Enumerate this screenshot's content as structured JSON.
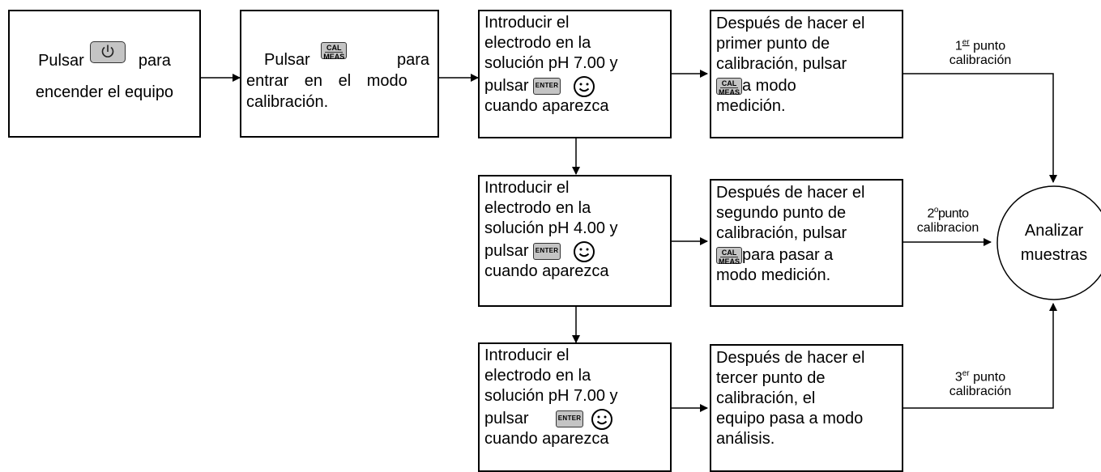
{
  "step1": {
    "pre": "Pulsar",
    "post": "para",
    "line2": "encender el equipo",
    "key": "power-key"
  },
  "step2": {
    "pre": "Pulsar",
    "post": "para",
    "line2": "entrar en el modo",
    "line3": "calibración."
  },
  "step3a": {
    "l1": "Introducir el",
    "l2": "electrodo en la",
    "l3": "solución pH 7.00 y",
    "l4": "pulsar",
    "l5": "cuando aparezca"
  },
  "step3b": {
    "l1": "Introducir el",
    "l2": "electrodo en la",
    "l3": "solución pH 4.00 y",
    "l4": "pulsar",
    "l5": "cuando aparezca"
  },
  "step3c": {
    "l1": "Introducir el",
    "l2": "electrodo en la",
    "l3": "solución pH 7.00 y",
    "l4": "pulsar",
    "l5": "cuando aparezca"
  },
  "step4a": {
    "l1": "Después de hacer el",
    "l2": "primer punto de",
    "l3": "calibración, pulsar",
    "l4": "a modo",
    "l5": "medición."
  },
  "step4b": {
    "l1": "Después de hacer el",
    "l2": "segundo punto de",
    "l3": "calibración, pulsar",
    "l4": "para pasar a",
    "l5": "modo medición."
  },
  "step4c": {
    "l1": "Después de hacer el",
    "l2": "tercer punto de",
    "l3": "calibración, el",
    "l4": "equipo pasa a modo",
    "l5": "análisis."
  },
  "labels": {
    "p1_num": "1",
    "p1_sup": "er",
    "p1_a": "punto",
    "p1_b": "calibración",
    "p2_num": "2",
    "p2_sup": "o",
    "p2_a": "punto",
    "p2_b": "calibracion",
    "p3_num": "3",
    "p3_sup": "er",
    "p3_a": "punto",
    "p3_b": "calibración"
  },
  "final": {
    "l1": "Analizar",
    "l2": "muestras"
  },
  "keys": {
    "cal_top": "CAL",
    "cal_bottom": "MEAS",
    "enter": "ENTER"
  }
}
